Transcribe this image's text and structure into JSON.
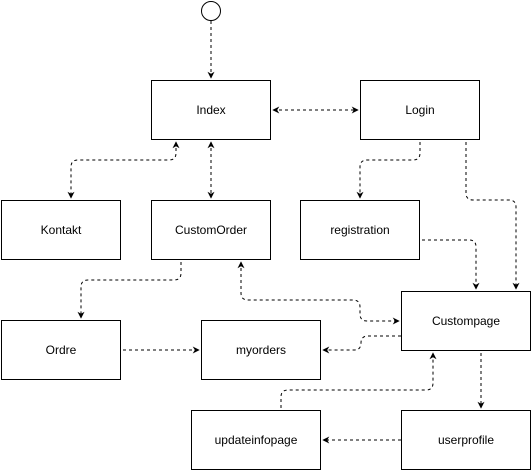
{
  "diagram": {
    "nodes": {
      "index": "Index",
      "login": "Login",
      "kontakt": "Kontakt",
      "customorder": "CustomOrder",
      "registration": "registration",
      "custompage": "Custompage",
      "ordre": "Ordre",
      "myorders": "myorders",
      "updateinfopage": "updateinfopage",
      "userprofile": "userprofile"
    },
    "edges": [
      {
        "from": "start",
        "to": "index"
      },
      {
        "from": "index",
        "to": "login",
        "bidirectional": true
      },
      {
        "from": "index",
        "to": "kontakt",
        "bidirectional": true
      },
      {
        "from": "index",
        "to": "customorder",
        "bidirectional": true
      },
      {
        "from": "login",
        "to": "registration"
      },
      {
        "from": "login",
        "to": "custompage"
      },
      {
        "from": "registration",
        "to": "custompage"
      },
      {
        "from": "customorder",
        "to": "custompage",
        "bidirectional": true
      },
      {
        "from": "customorder",
        "to": "ordre"
      },
      {
        "from": "ordre",
        "to": "myorders"
      },
      {
        "from": "custompage",
        "to": "myorders"
      },
      {
        "from": "custompage",
        "to": "userprofile"
      },
      {
        "from": "userprofile",
        "to": "updateinfopage"
      },
      {
        "from": "updateinfopage",
        "to": "custompage"
      }
    ],
    "colors": {
      "line": "#000000",
      "fill": "#ffffff"
    },
    "line_style": "dashed"
  }
}
